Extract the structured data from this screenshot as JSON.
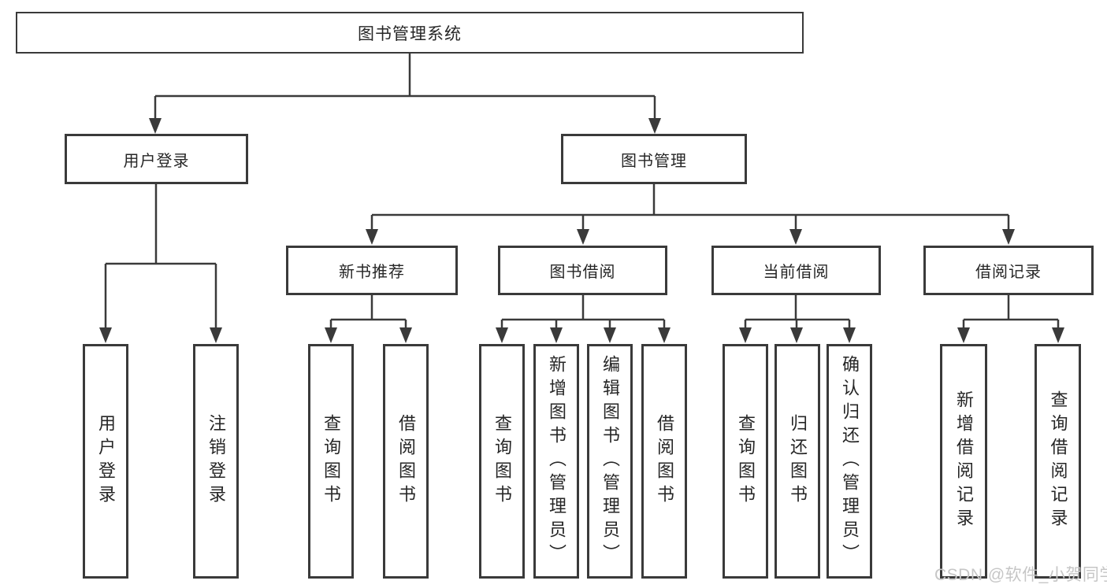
{
  "colors": {
    "line": "#3a3a3a",
    "text": "#262626",
    "watermark_gray": "#c6c6c6",
    "background": "#ffffff"
  },
  "watermark": "CSDN @软件_小贺同学",
  "tree": {
    "root": {
      "label": "图书管理系统"
    },
    "level2": [
      {
        "label": "用户登录"
      },
      {
        "label": "图书管理"
      }
    ],
    "level3": [
      {
        "label": "新书推荐"
      },
      {
        "label": "图书借阅"
      },
      {
        "label": "当前借阅"
      },
      {
        "label": "借阅记录"
      }
    ],
    "leaves": {
      "user_login": [
        {
          "label": "用户登录"
        },
        {
          "label": "注销登录"
        }
      ],
      "new_book_recommend": [
        {
          "label": "查询图书"
        },
        {
          "label": "借阅图书"
        }
      ],
      "book_borrowing": [
        {
          "label": "查询图书"
        },
        {
          "label": "新增图书（管理员）"
        },
        {
          "label": "编辑图书（管理员）"
        },
        {
          "label": "借阅图书"
        }
      ],
      "current_borrowing": [
        {
          "label": "查询图书"
        },
        {
          "label": "归还图书"
        },
        {
          "label": "确认归还（管理员）"
        }
      ],
      "borrowing_records": [
        {
          "label": "新增借阅记录"
        },
        {
          "label": "查询借阅记录"
        }
      ]
    }
  }
}
